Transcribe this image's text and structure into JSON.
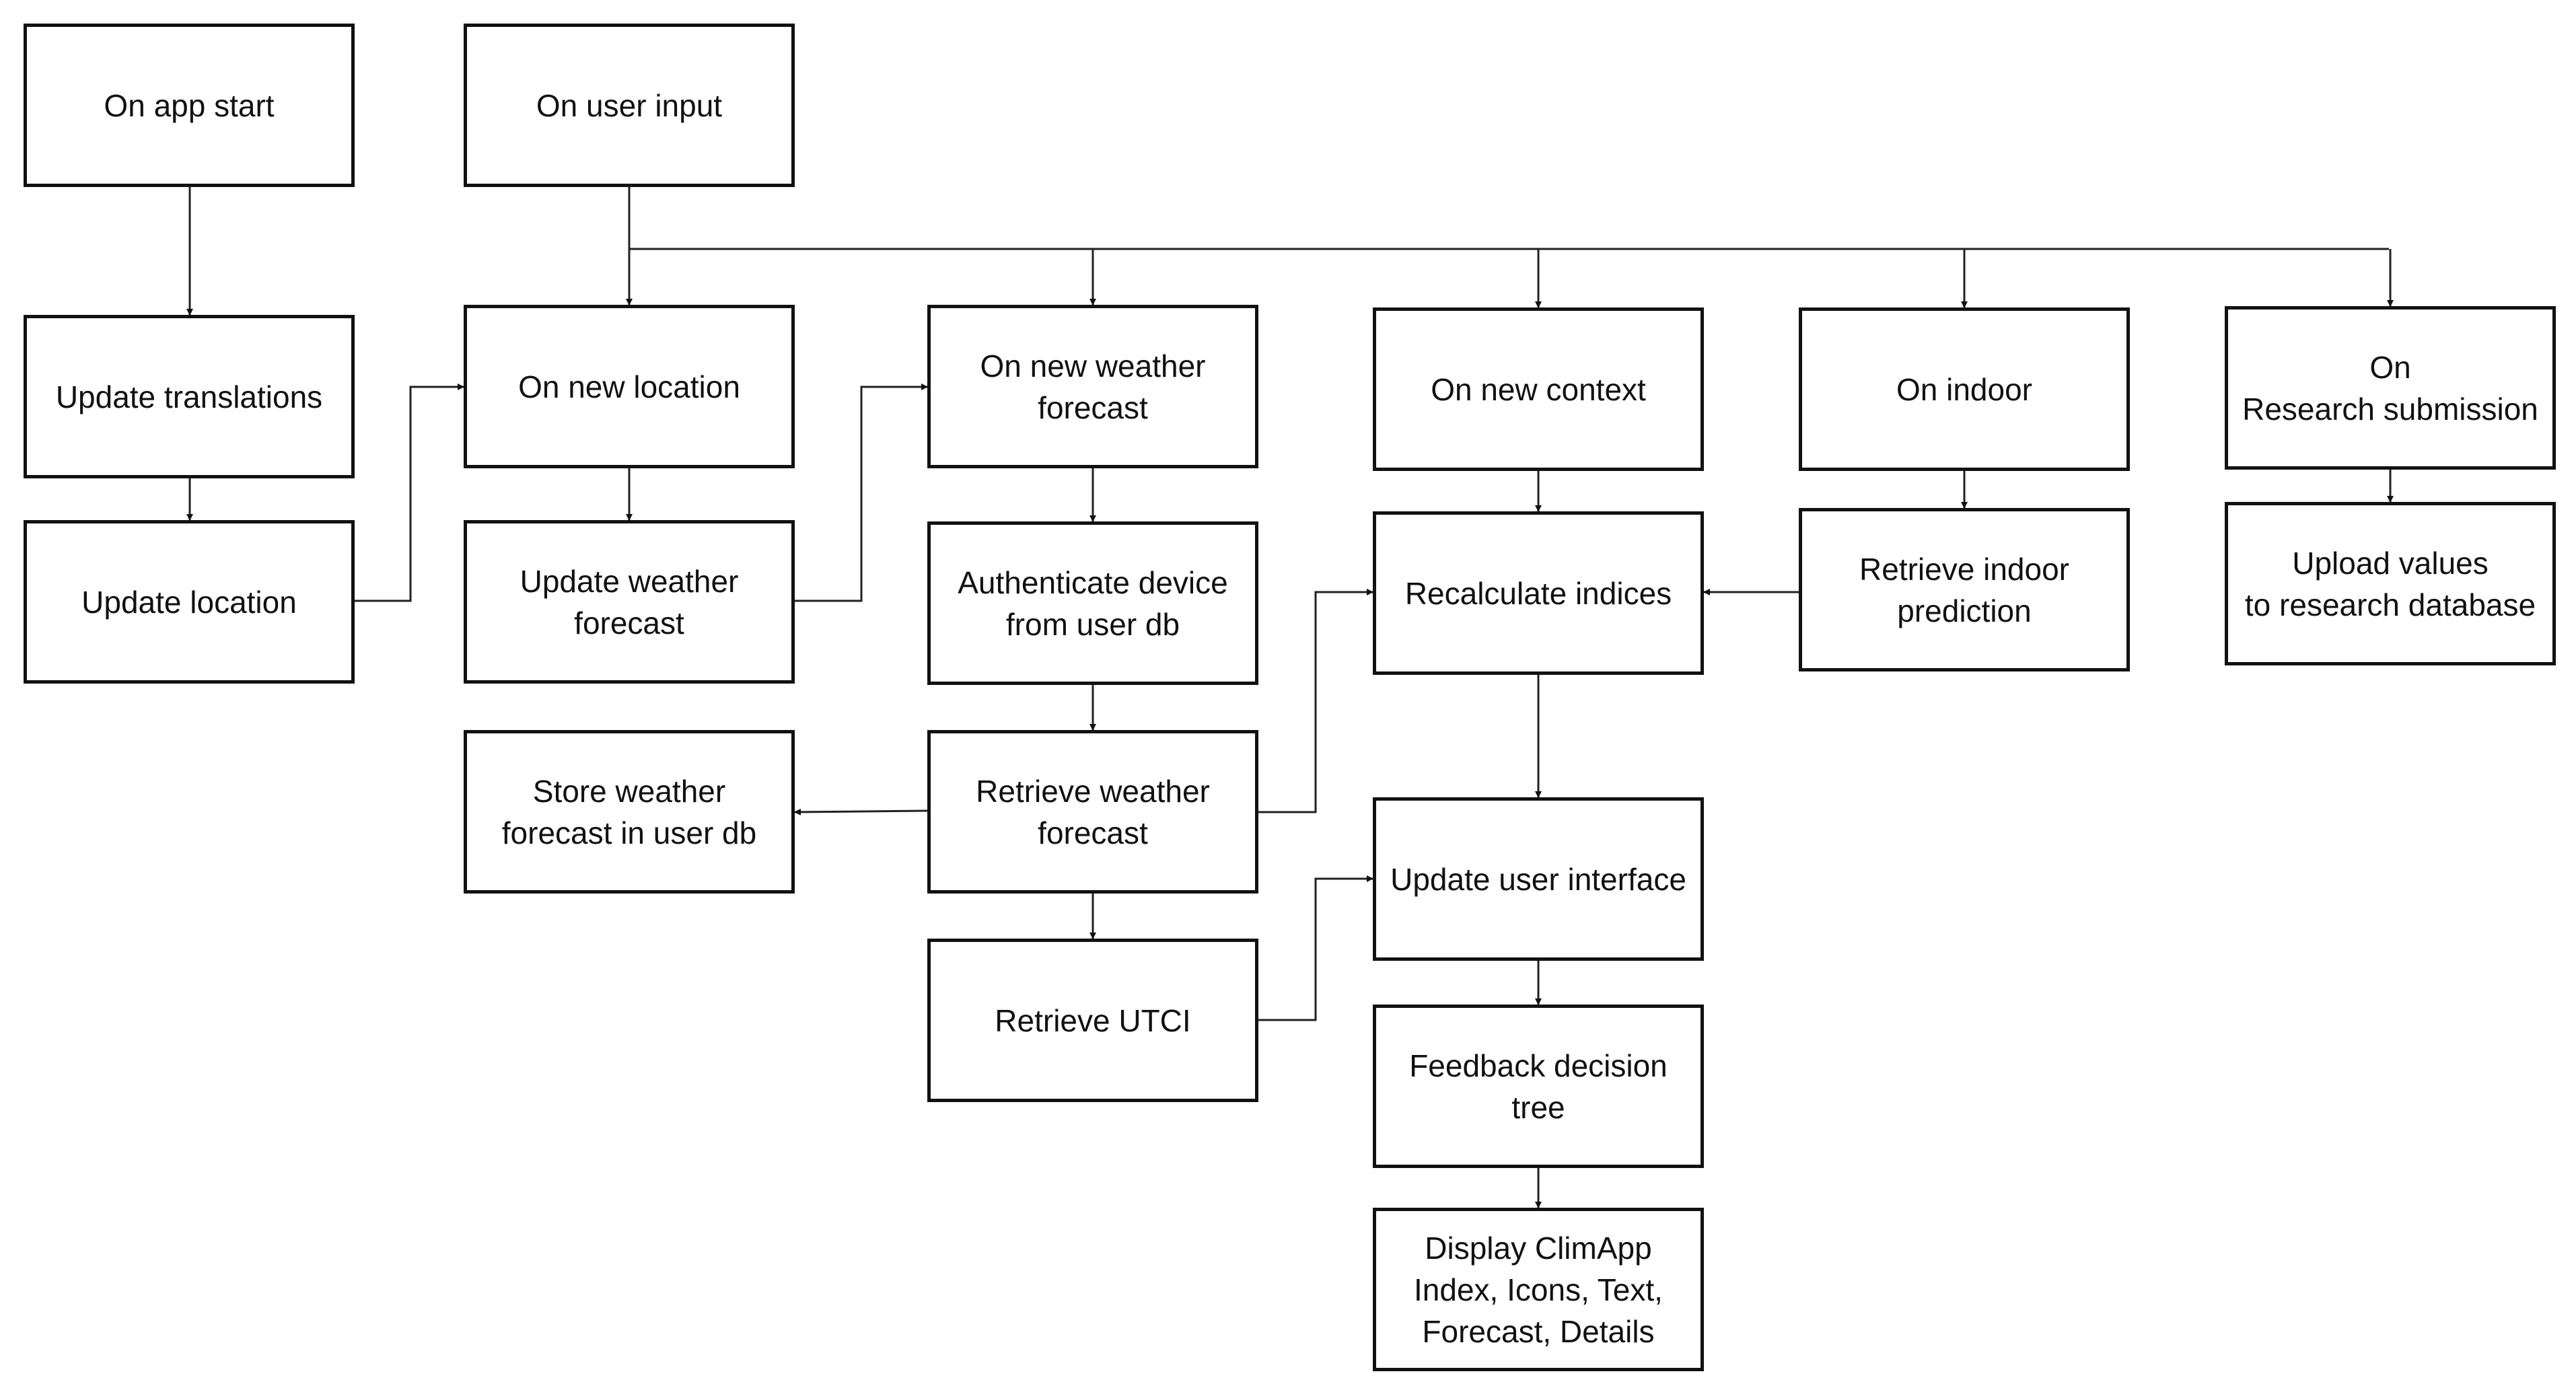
{
  "diagram": {
    "nodes": {
      "app_start": "On app start",
      "user_input": "On user input",
      "update_translations": "Update translations",
      "update_location": "Update location",
      "new_location": "On new location",
      "update_weather_forecast": "Update weather\nforecast",
      "new_weather_forecast": "On new weather\nforecast",
      "authenticate_device": "Authenticate device\nfrom user db",
      "retrieve_weather_forecast": "Retrieve weather\nforecast",
      "store_weather_forecast": "Store weather\nforecast in user db",
      "retrieve_utci": "Retrieve UTCI",
      "new_context": "On new context",
      "recalculate_indices": "Recalculate indices",
      "update_user_interface": "Update user interface",
      "feedback_decision_tree": "Feedback decision\ntree",
      "display_climapp": "Display ClimApp\nIndex, Icons, Text,\nForecast, Details",
      "on_indoor": "On indoor",
      "retrieve_indoor_prediction": "Retrieve indoor\nprediction",
      "research_submission": "On\nResearch submission",
      "upload_values": "Upload values\nto research database"
    }
  }
}
